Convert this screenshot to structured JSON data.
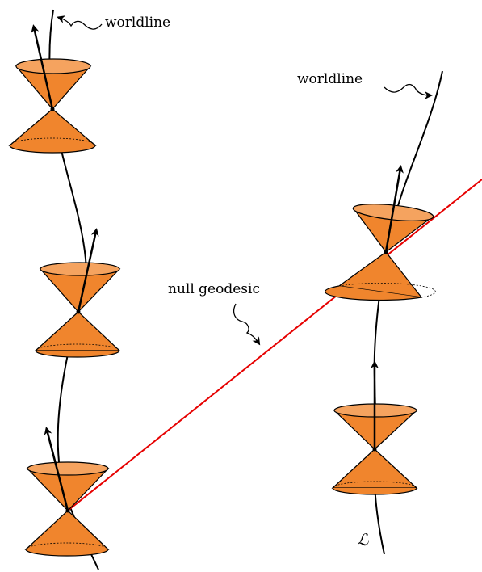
{
  "labels": {
    "worldline_left": "worldline",
    "worldline_right": "worldline",
    "null_geodesic": "null geodesic",
    "curve_label": "ℒ"
  },
  "colors": {
    "cone_fill": "#f0852d",
    "cone_fill_light": "#f5a35f",
    "cone_stroke": "#000000",
    "null_line": "#e60000",
    "worldline": "#000000",
    "background": "#ffffff"
  }
}
